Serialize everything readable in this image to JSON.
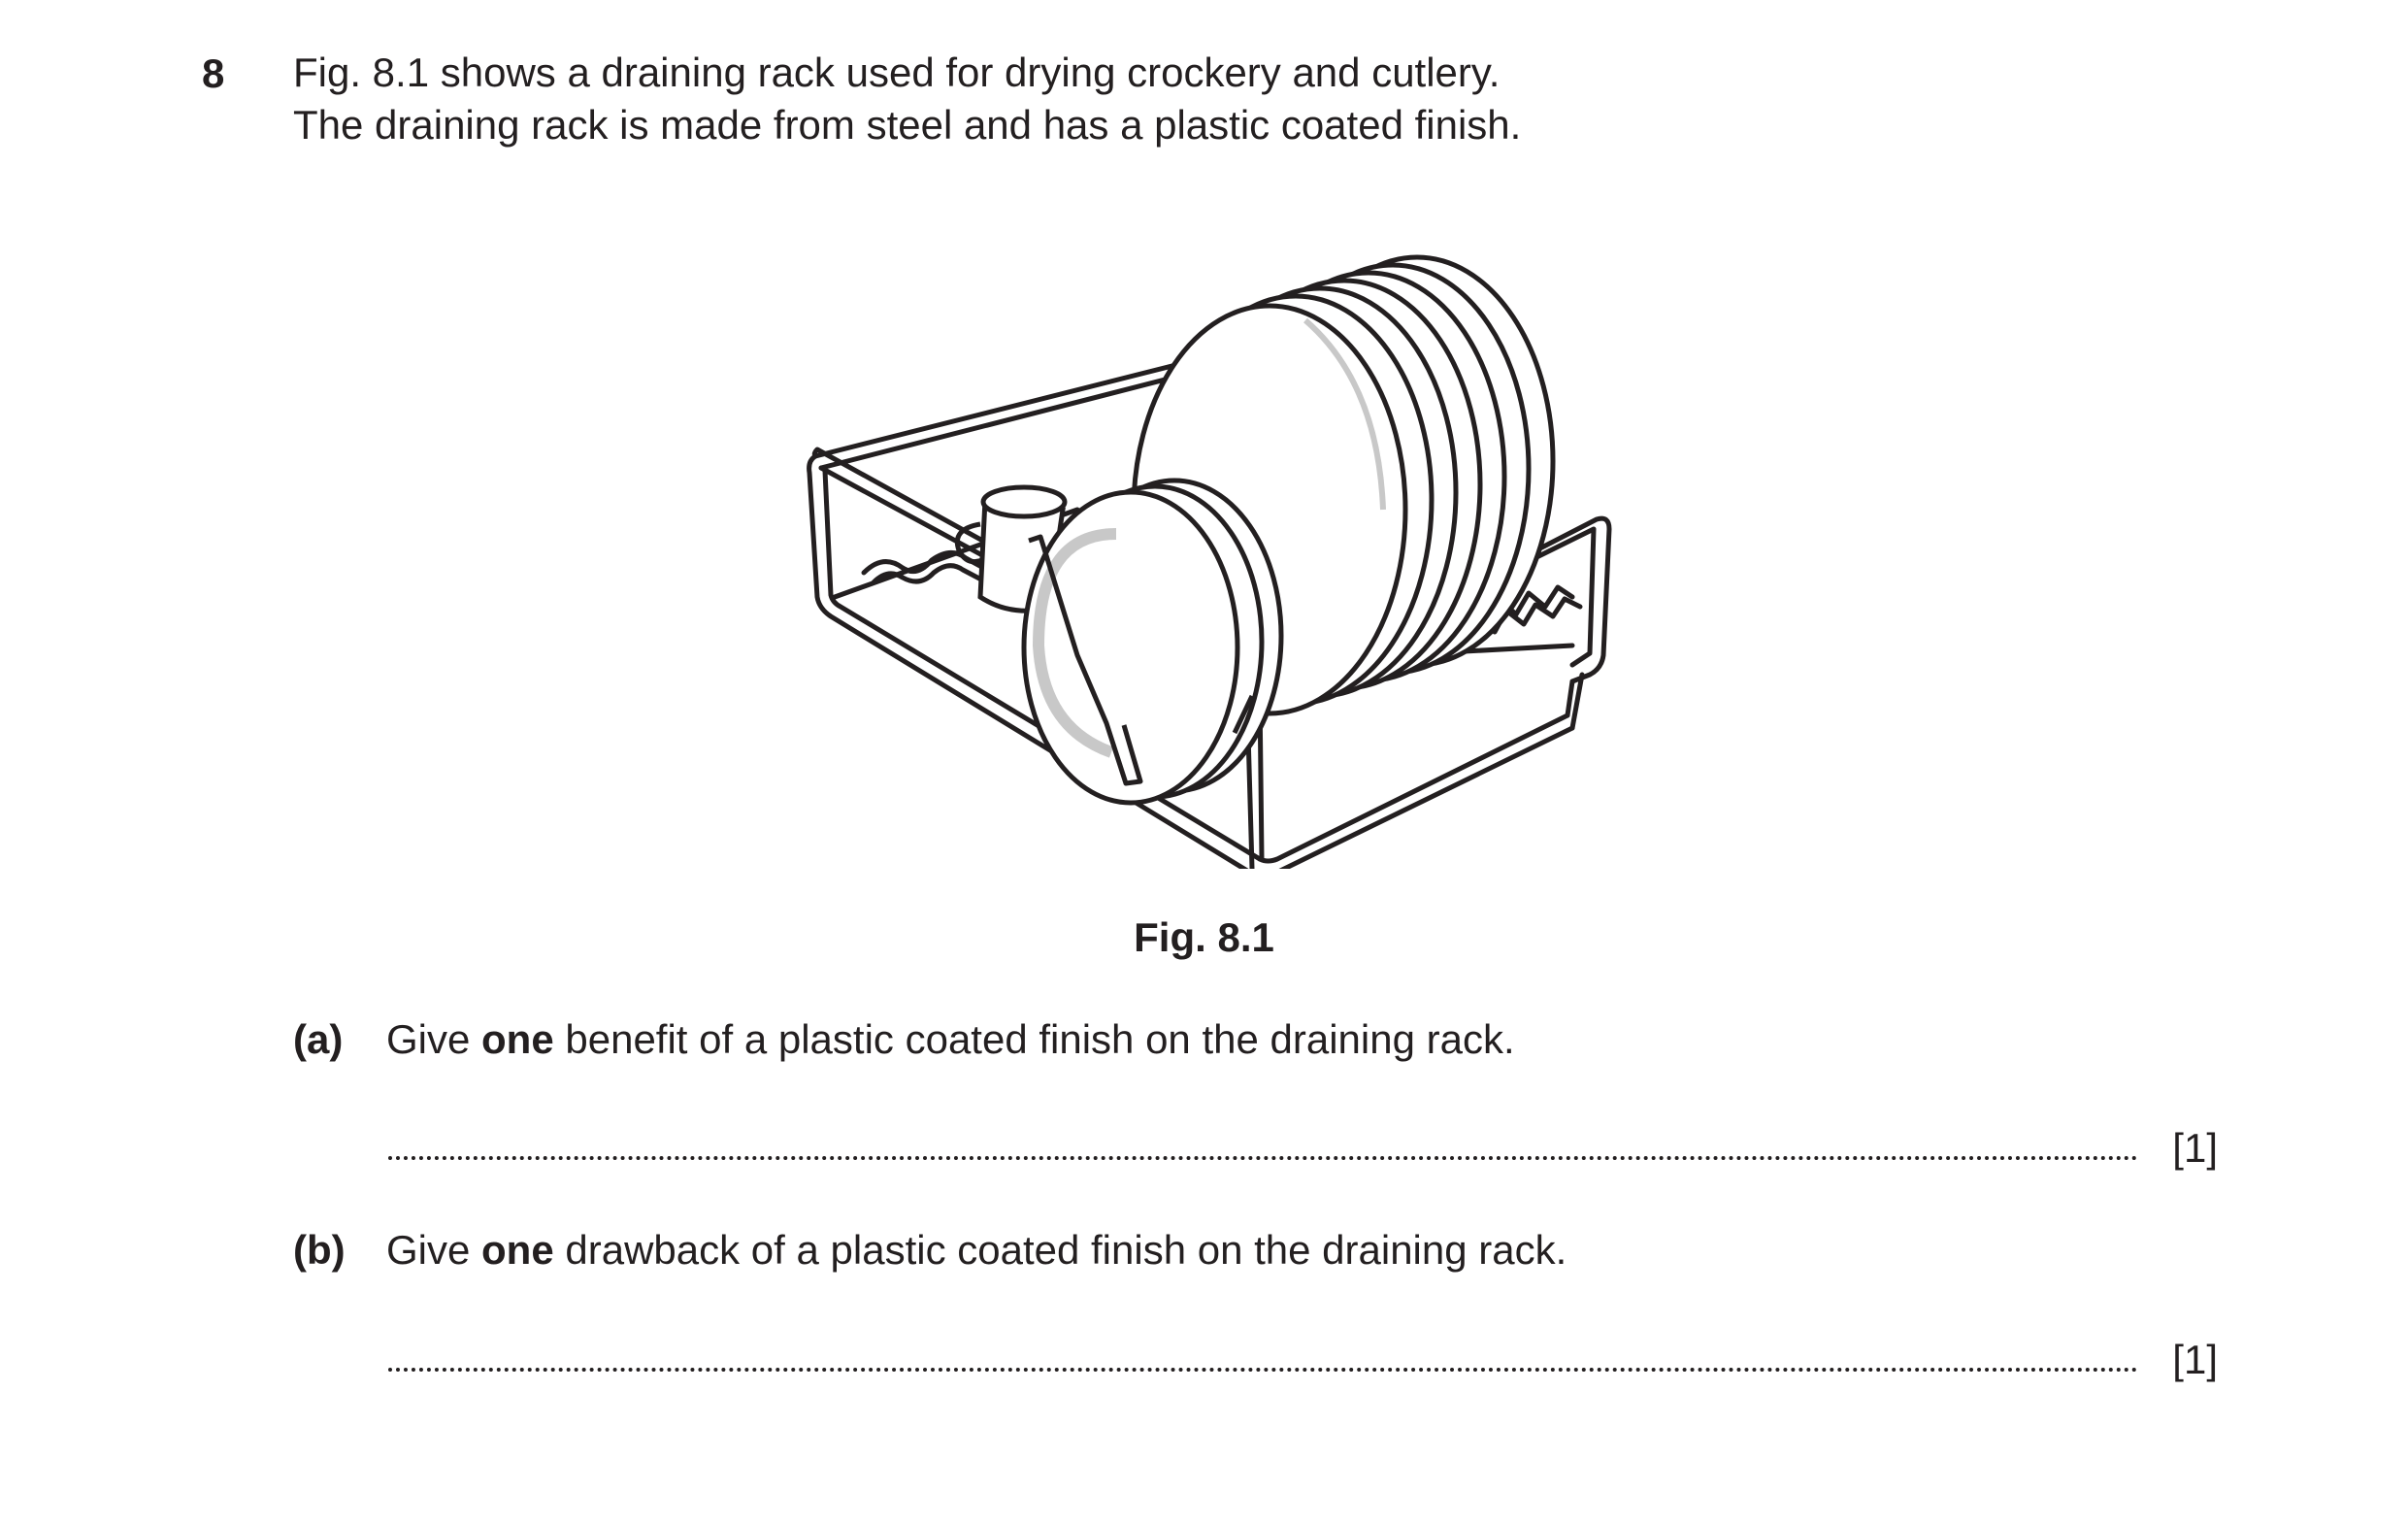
{
  "question": {
    "number": "8",
    "intro_line1": "Fig. 8.1 shows a draining rack used for drying crockery and cutlery.",
    "intro_line2": "The draining rack is made from steel and has a plastic coated finish."
  },
  "figure": {
    "caption": "Fig. 8.1"
  },
  "parts": [
    {
      "label": "(a)",
      "text_before": "Give ",
      "emphasis": "one",
      "text_after": " benefit of a plastic coated finish on the draining rack.",
      "marks": "[1]"
    },
    {
      "label": "(b)",
      "text_before": "Give ",
      "emphasis": "one",
      "text_after": " drawback of a plastic coated finish on the draining rack.",
      "marks": "[1]"
    }
  ]
}
